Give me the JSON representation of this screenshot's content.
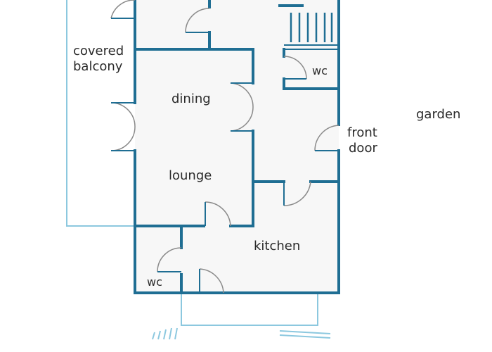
{
  "colors": {
    "wall": "#1f6e93",
    "outline": "#8cc8df",
    "floor": "#f7f7f7",
    "text": "#2a2a2a"
  },
  "labels": {
    "covered_balcony_line1": "covered",
    "covered_balcony_line2": "balcony",
    "dining": "dining",
    "lounge": "lounge",
    "kitchen": "kitchen",
    "wc_upper": "wc",
    "wc_lower": "wc",
    "front_door_line1": "front",
    "front_door_line2": "door",
    "garden": "garden"
  }
}
